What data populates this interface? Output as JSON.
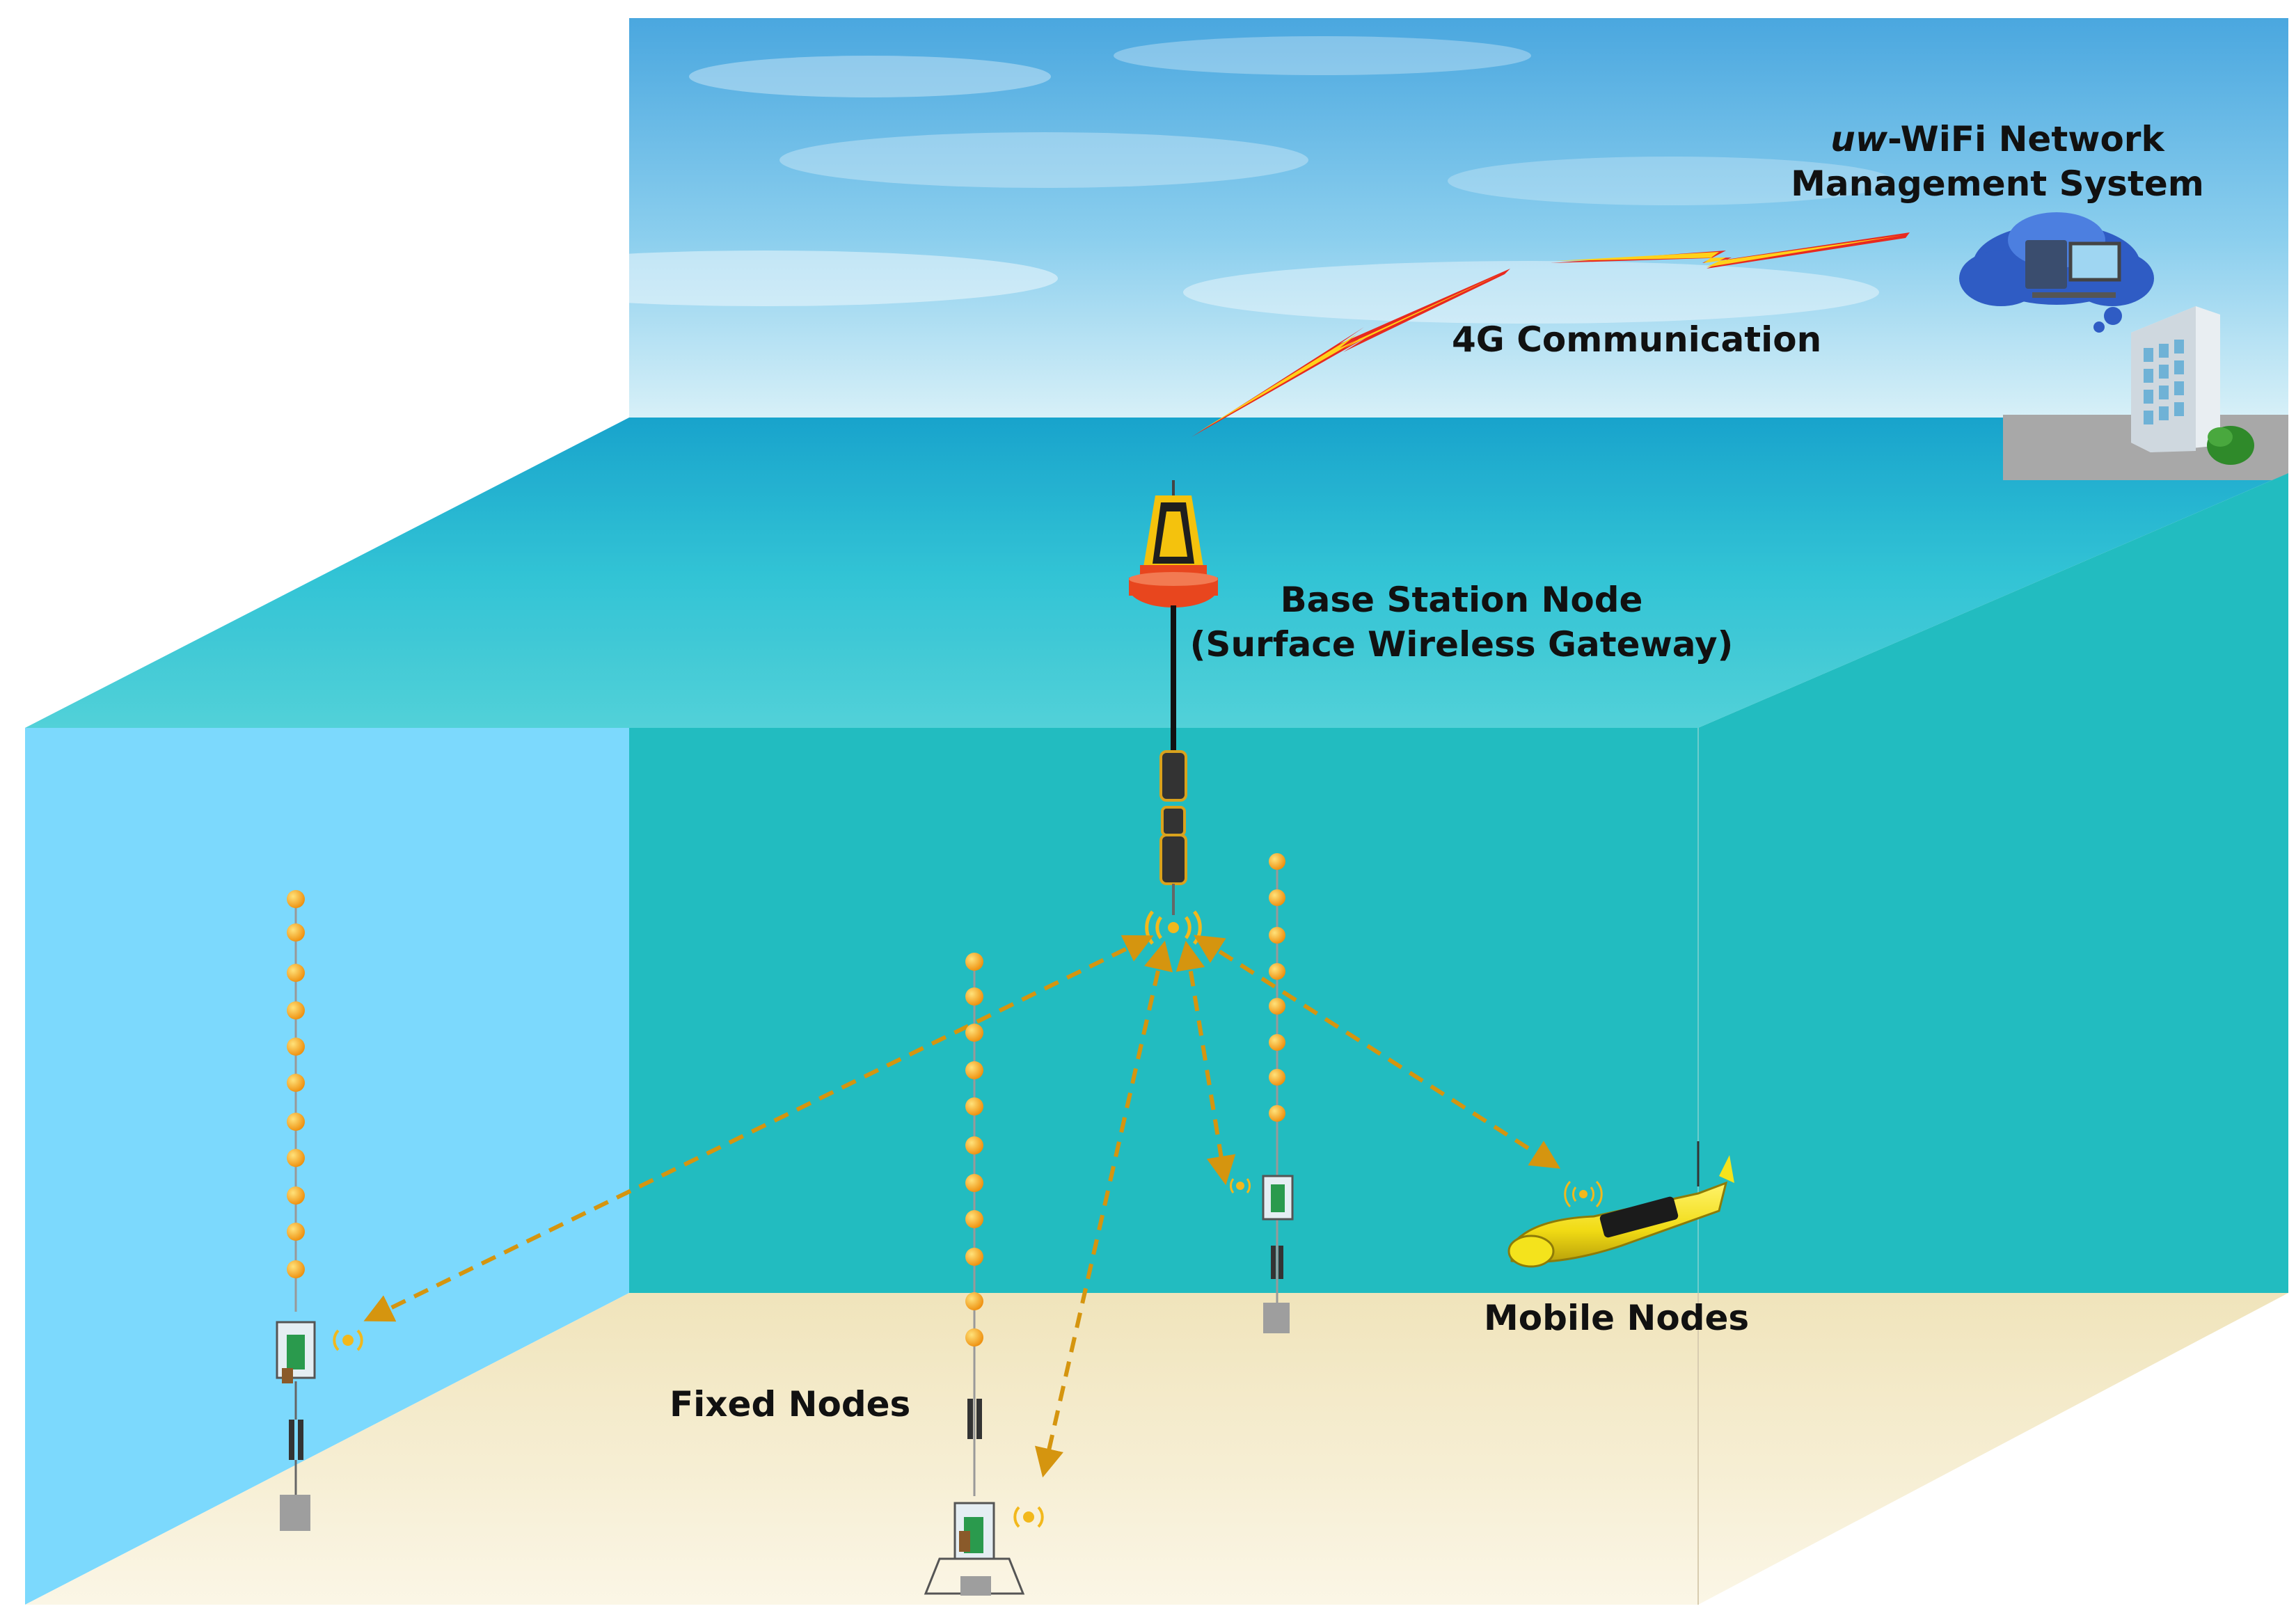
{
  "labels": {
    "nms_prefix": "uw",
    "nms_line1": "-WiFi Network",
    "nms_line2": "Management System",
    "comm": "4G Communication",
    "base_line1": "Base Station Node",
    "base_line2": "(Surface Wireless Gateway)",
    "mobile": "Mobile Nodes",
    "fixed": "Fixed Nodes"
  },
  "colors": {
    "sky": "#79c8ea",
    "sea_surface": "#2fc4cf",
    "water": "#22bcc0",
    "left_wall": "#7cd9fd",
    "seabed": "#f5edcf",
    "link": "#d5950f",
    "buoy": "#e8461e",
    "node_float": "#f5a31a",
    "auv": "#f4e31c"
  },
  "icons": {
    "buoy": "buoy-icon",
    "auv": "auv-icon",
    "cloud": "cloud-computer-icon",
    "building": "building-icon",
    "lightning": "lightning-icon",
    "antenna": "wireless-antenna-icon"
  }
}
